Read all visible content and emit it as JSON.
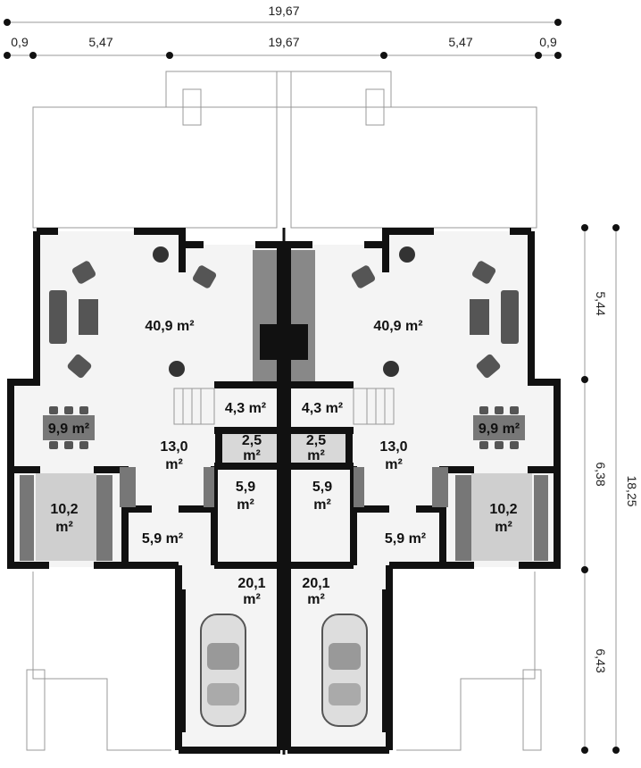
{
  "dimensions": {
    "top_total": "19,67",
    "top_segments": [
      "0,9",
      "5,47",
      "19,67",
      "5,47",
      "0,9"
    ],
    "right_segments": [
      "5,44",
      "6,38",
      "6,43"
    ],
    "right_total": "18,25"
  },
  "rooms": {
    "living": {
      "value": "40,9",
      "unit": "m²"
    },
    "stairs": {
      "value": "4,3",
      "unit": "m²"
    },
    "dining": {
      "value": "9,9",
      "unit": "m²"
    },
    "hall": {
      "value": "13,0",
      "unit": "m²"
    },
    "wc": {
      "value": "2,5",
      "unit": "m²"
    },
    "kitchen": {
      "value": "10,2",
      "unit": "m²"
    },
    "vestibule": {
      "value": "5,9",
      "unit": "m²"
    },
    "utility": {
      "value": "5,9",
      "unit": "m²"
    },
    "garage": {
      "value": "20,1",
      "unit": "m²"
    }
  },
  "colors": {
    "wall": "#111111",
    "floor": "#f4f4f4",
    "furniture": "#555555",
    "tile": "#cfcfcf"
  }
}
